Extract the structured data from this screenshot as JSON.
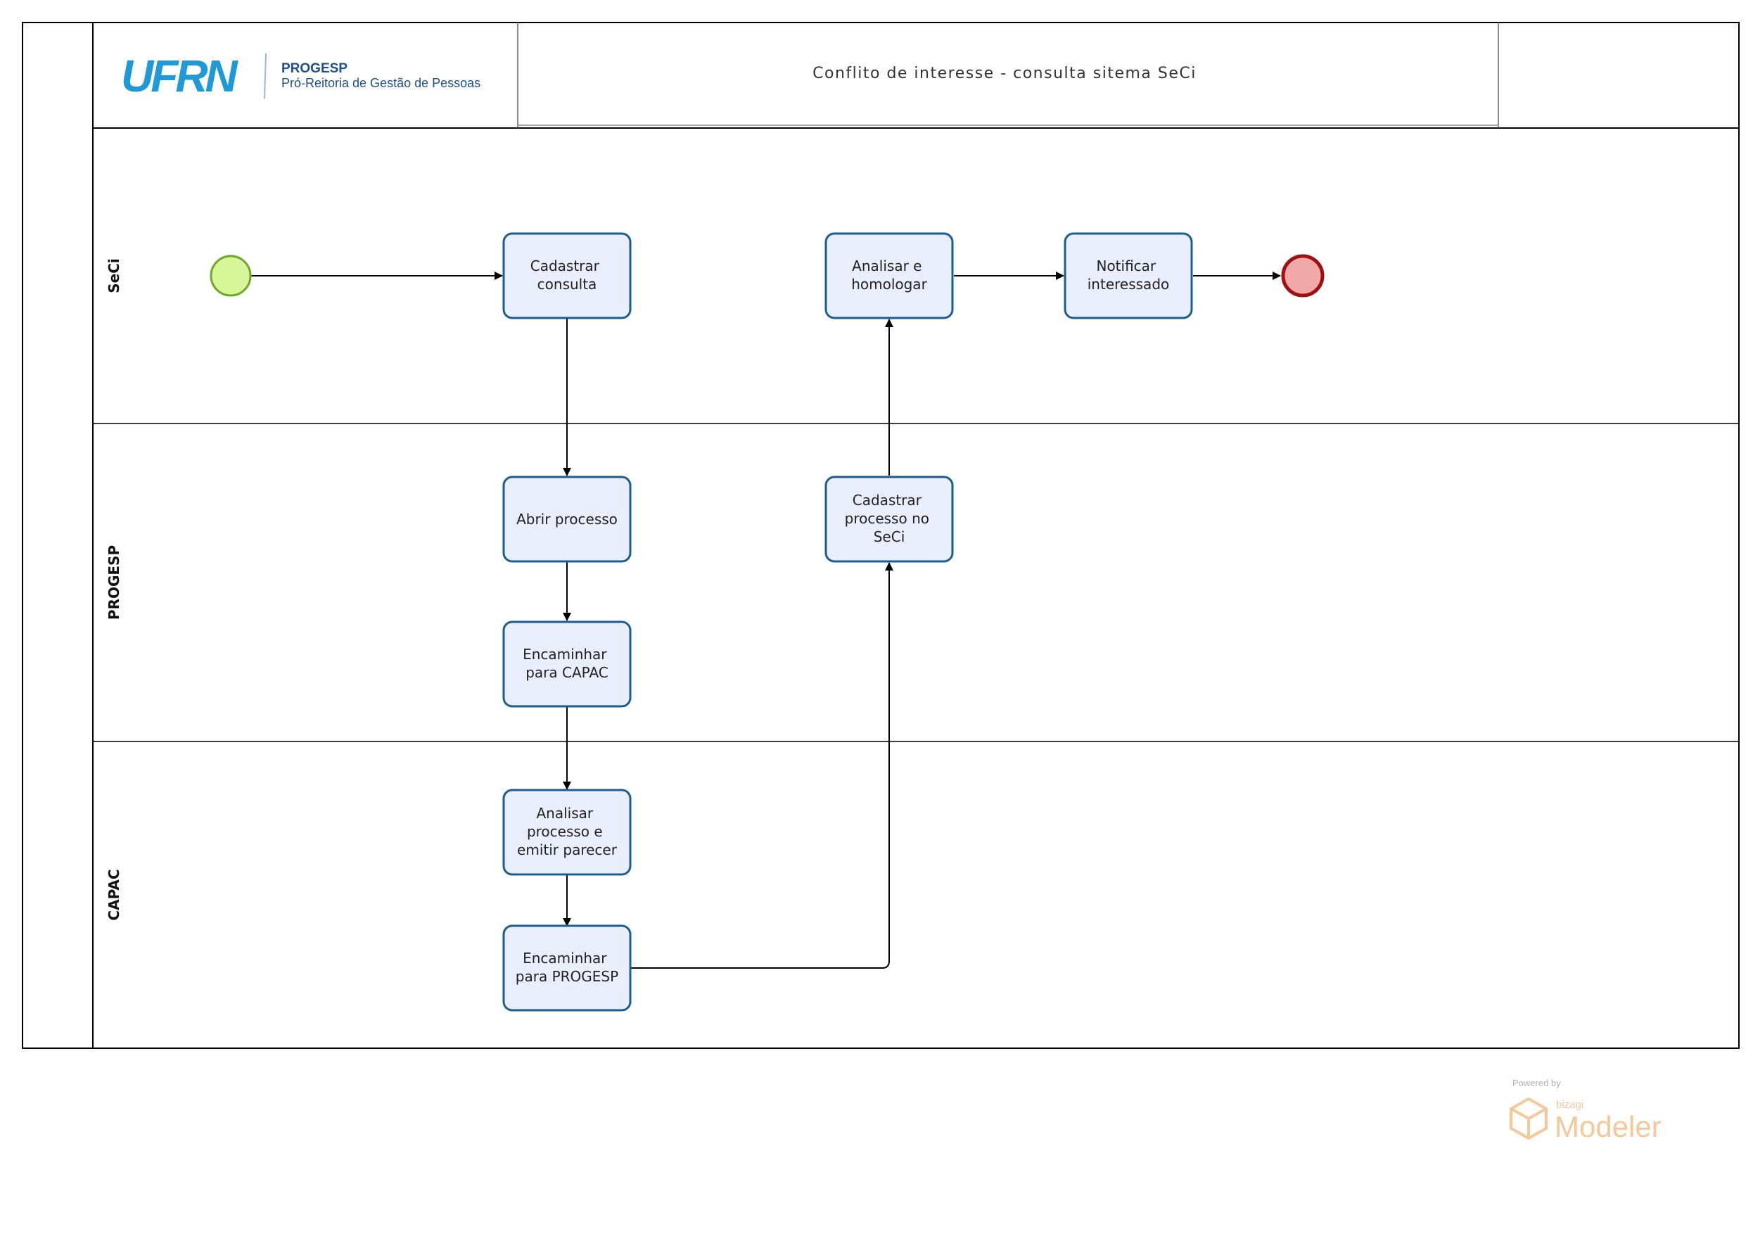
{
  "header": {
    "logo": {
      "mark": "UFRN",
      "org": "PROGESP",
      "subtitle": "Pró-Reitoria de Gestão de Pessoas"
    },
    "title": "Conflito de interesse - consulta sitema SeCi"
  },
  "lanes": [
    {
      "id": "seci",
      "label": "SeCi"
    },
    {
      "id": "progesp",
      "label": "PROGESP"
    },
    {
      "id": "capac",
      "label": "CAPAC"
    }
  ],
  "tasks": {
    "cadastrar_consulta": [
      "Cadastrar",
      "consulta"
    ],
    "analisar_homologar": [
      "Analisar e",
      "homologar"
    ],
    "notificar_interessado": [
      "Notificar",
      "interessado"
    ],
    "abrir_processo": [
      "Abrir processo"
    ],
    "cadastrar_processo_seci": [
      "Cadastrar",
      "processo no",
      "SeCi"
    ],
    "encaminhar_capac": [
      "Encaminhar",
      "para CAPAC"
    ],
    "analisar_processo": [
      "Analisar",
      "processo e",
      "emitir parecer"
    ],
    "encaminhar_progesp": [
      "Encaminhar",
      "para PROGESP"
    ]
  },
  "events": {
    "start": {
      "type": "start",
      "color": "#d9f59a",
      "stroke": "#6aab22"
    },
    "end": {
      "type": "end",
      "color": "#f0a8a8",
      "stroke": "#a01010"
    }
  },
  "colors": {
    "task_fill": "#e8eefc",
    "task_stroke": "#1b5e8e"
  },
  "watermark": {
    "powered_by": "Powered by",
    "brand": "bizagi",
    "product": "Modeler"
  }
}
